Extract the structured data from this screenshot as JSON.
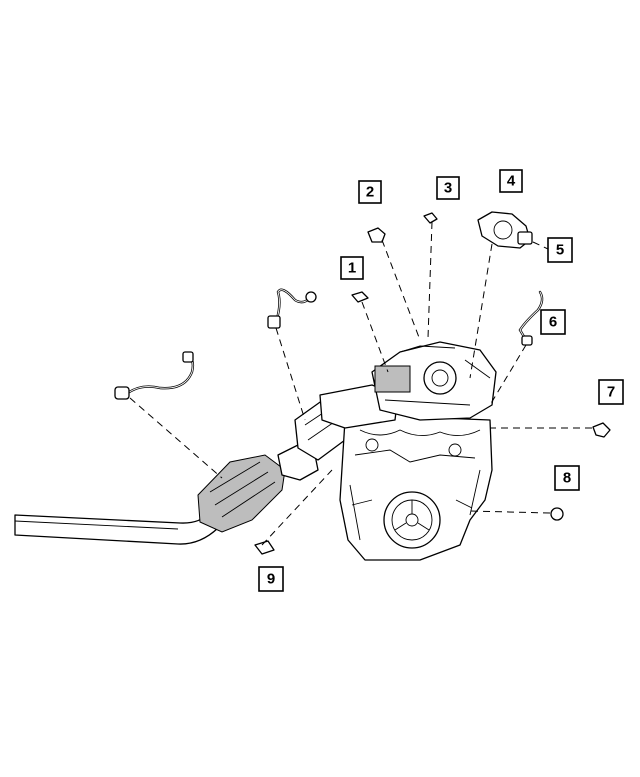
{
  "callouts": [
    {
      "id": "1",
      "label": "1"
    },
    {
      "id": "2",
      "label": "2"
    },
    {
      "id": "3",
      "label": "3"
    },
    {
      "id": "4",
      "label": "4"
    },
    {
      "id": "5",
      "label": "5"
    },
    {
      "id": "6",
      "label": "6"
    },
    {
      "id": "7",
      "label": "7"
    },
    {
      "id": "8",
      "label": "8"
    },
    {
      "id": "9",
      "label": "9"
    }
  ],
  "colors": {
    "line": "#000000",
    "background": "#ffffff",
    "shade": "#bdbdbd"
  }
}
